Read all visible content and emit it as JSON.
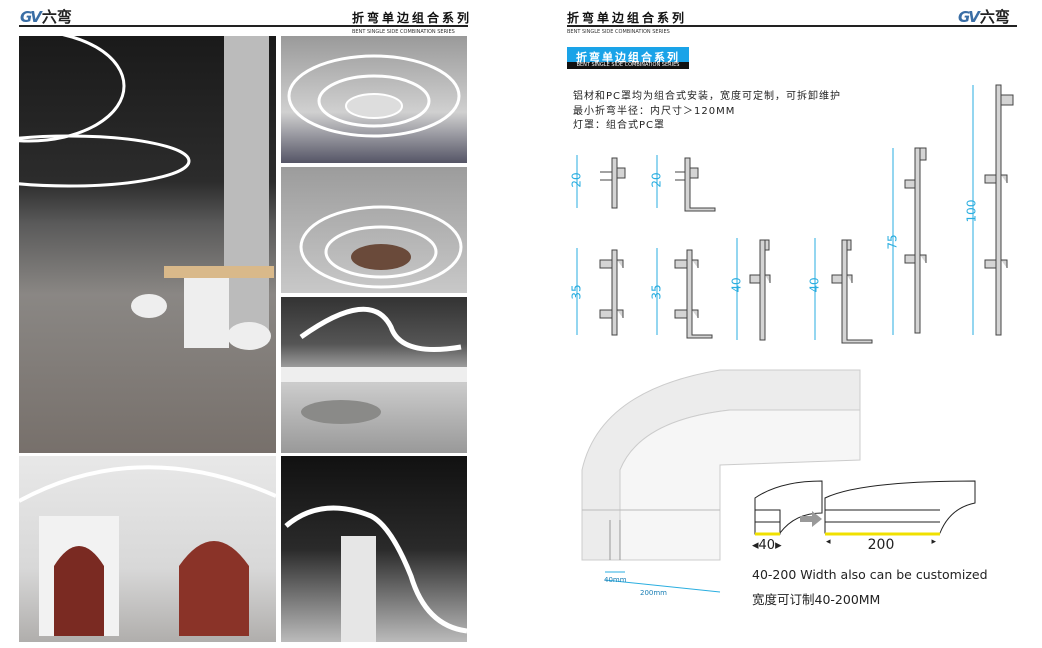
{
  "left_page": {
    "logo_text": "六弯",
    "logo_mark": "GV",
    "title": "折弯单边组合系列",
    "subtitle": "BENT SINGLE SIDE COMBINATION  SERIES",
    "photos": [
      "office-circular-lights",
      "ceiling-ring-lights",
      "ceiling-oval-rings",
      "open-office-curved-light",
      "arch-lounge",
      "curved-ceiling-light"
    ]
  },
  "right_page": {
    "logo_text": "六弯",
    "logo_mark": "GV",
    "title": "折弯单边组合系列",
    "subtitle": "BENT SINGLE SIDE COMBINATION  SERIES",
    "banner_title": "折弯单边组合系列",
    "banner_subtitle": "BENT SINGLE SIDE COMBINATION  SERIES",
    "description": [
      "铝材和PC罩均为组合式安装，宽度可定制，可拆卸维护",
      "最小折弯半径：内尺寸＞120MM",
      "灯罩：组合式PC罩"
    ],
    "dimensions": [
      "20",
      "20",
      "35",
      "35",
      "40",
      "40",
      "75",
      "100"
    ],
    "render_labels": {
      "width": "40mm",
      "length": "200mm"
    },
    "diagram_labels": {
      "small": "40",
      "large": "200"
    },
    "caption_en": "40-200 Width also can be customized",
    "caption_cn": "宽度可订制40-200MM",
    "accent": "#1aa3e8"
  }
}
